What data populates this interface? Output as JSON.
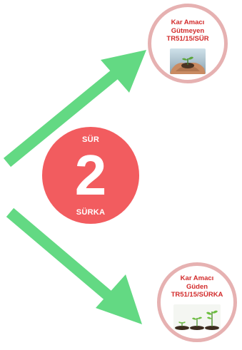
{
  "center": {
    "top_label": "SÜR",
    "number": "2",
    "bottom_label": "SÜRKA"
  },
  "nodes": [
    {
      "line1": "Kar Amacı",
      "line2": "Gütmeyen",
      "line3": "TR51/15/SÜR",
      "image": "hands-holding-seedling"
    },
    {
      "line1": "Kar Amacı",
      "line2": "Güden",
      "line3": "TR51/15/SÜRKA",
      "image": "growing-seedlings"
    }
  ],
  "colors": {
    "arrow": "#63d983",
    "center_fill": "#f25c5f",
    "node_border": "#e6b1b1",
    "node_text": "#d22a2a"
  }
}
